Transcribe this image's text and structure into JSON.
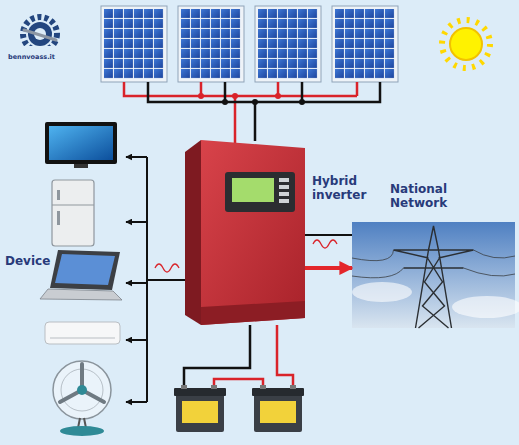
{
  "diagram": {
    "nodes": [
      {
        "text": [
          "Hybrid inverter"
        ]
      },
      {
        "text": [
          "National Network"
        ]
      }
    ],
    "edges": [
      {
        "from": 0,
        "to": 1,
        "arrow": "to"
      }
    ],
    "labels": [
      "bennvoass.it",
      "Device"
    ]
  }
}
